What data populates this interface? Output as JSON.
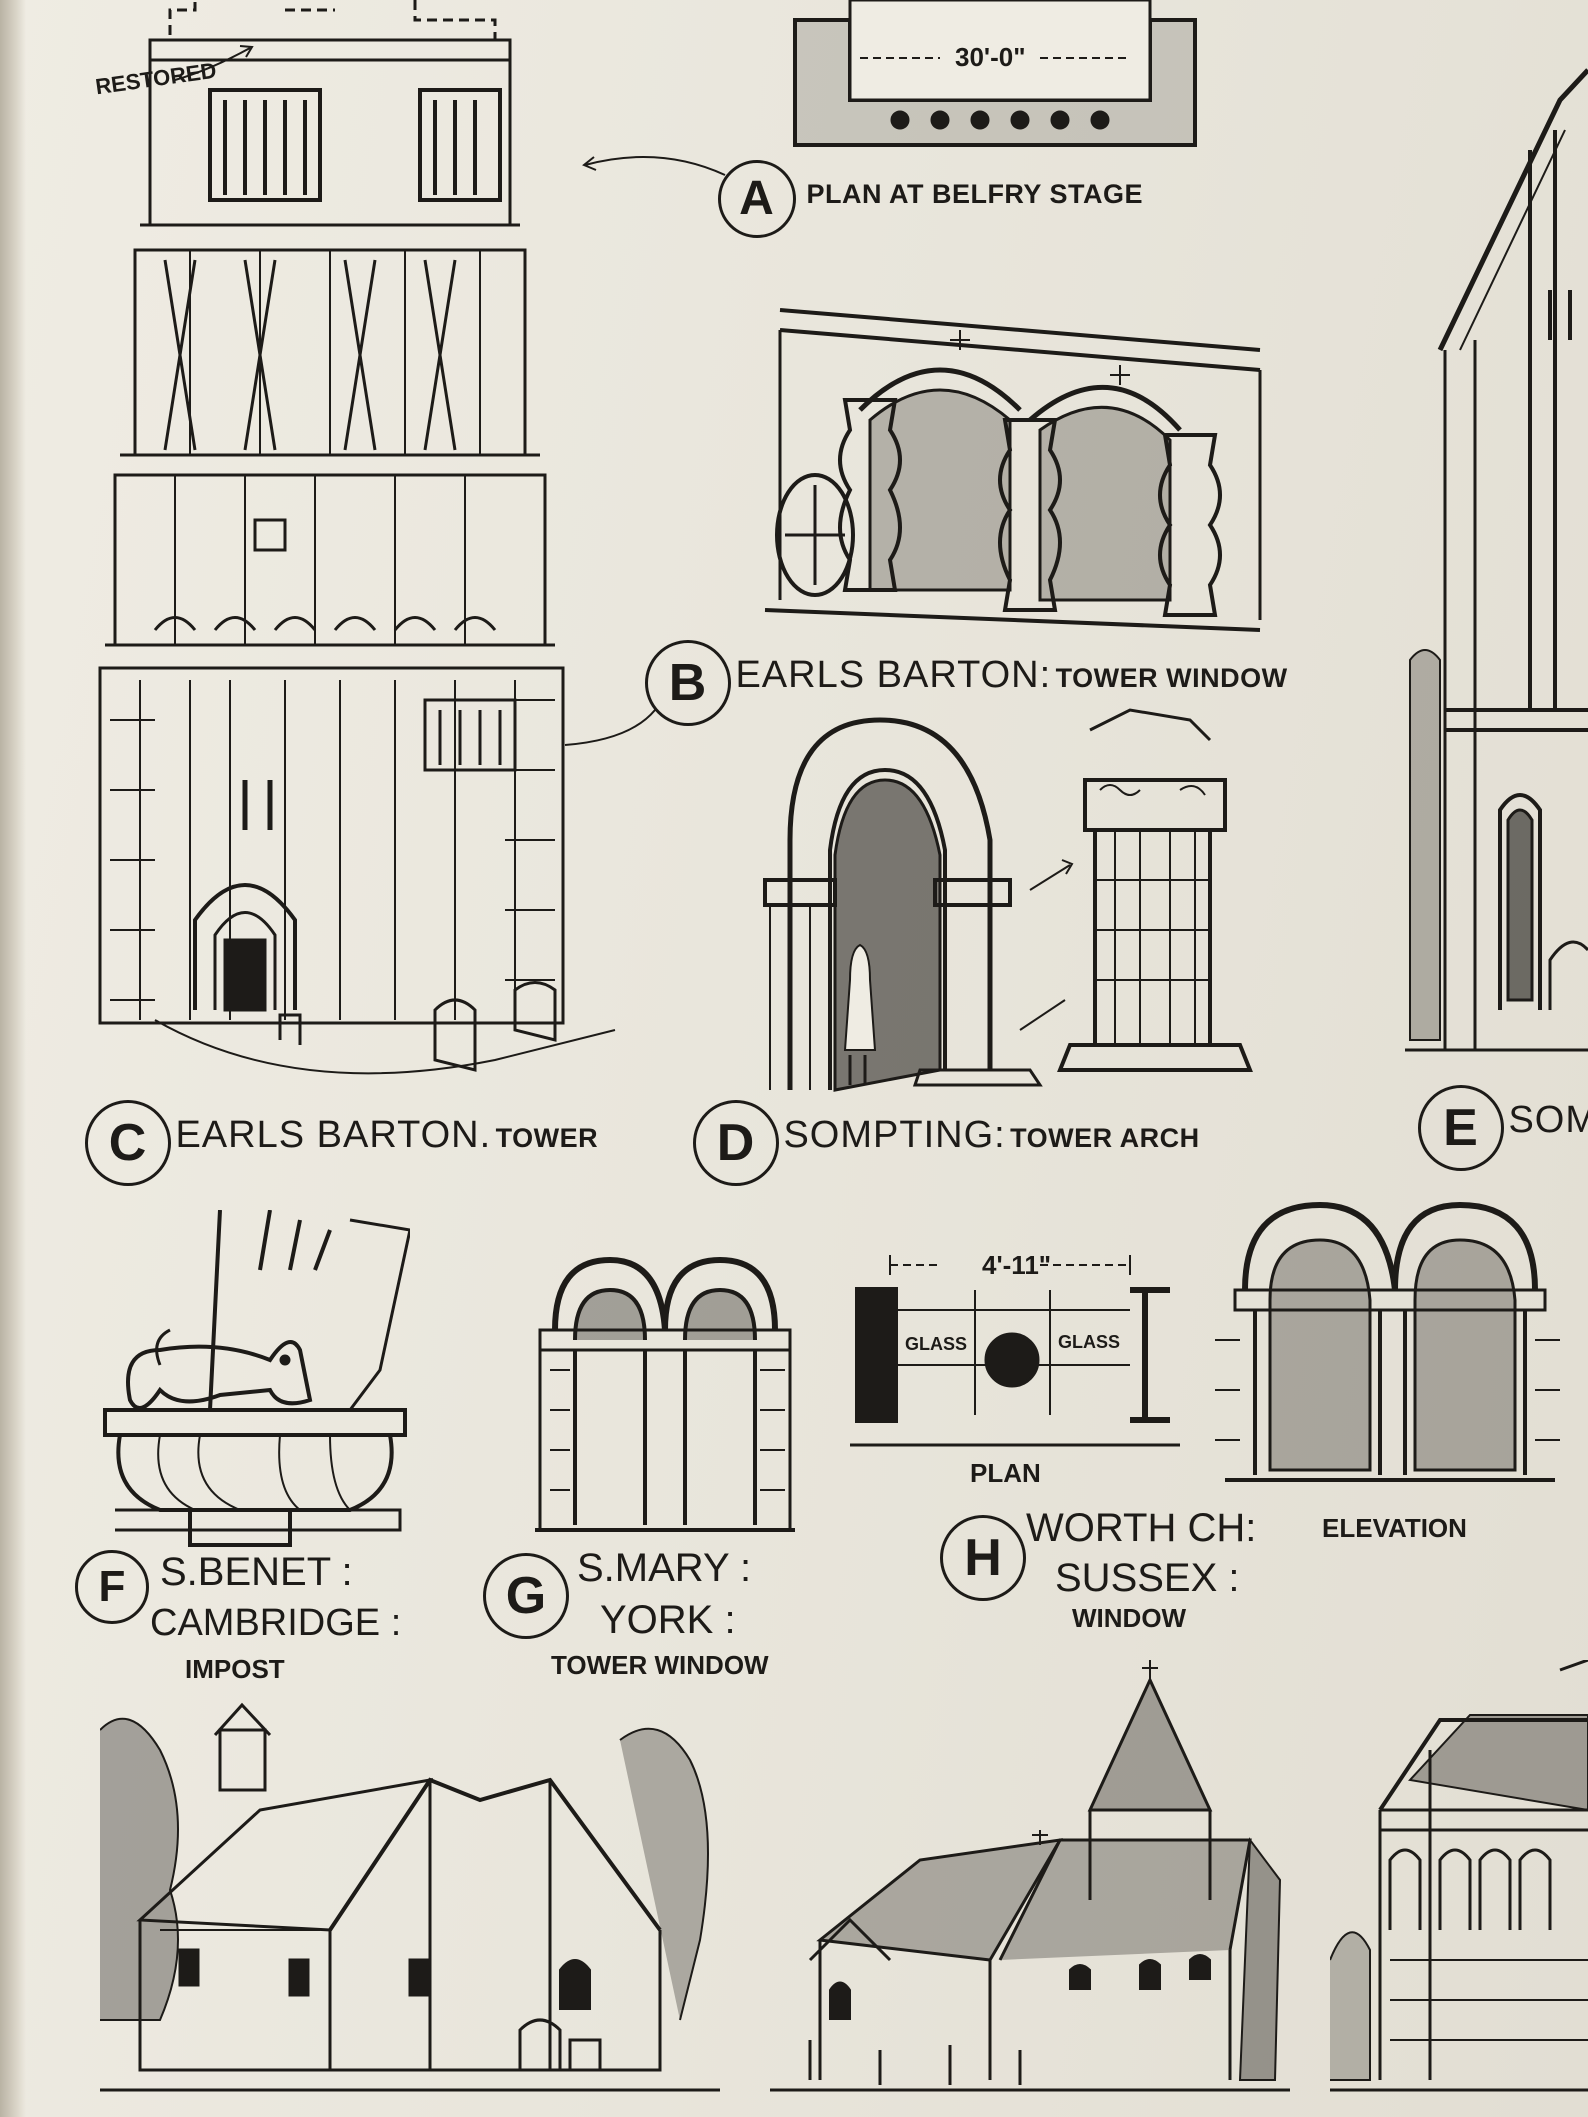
{
  "plan_a": {
    "dimension": "30'-0\""
  },
  "notes": {
    "restored": "RESTORED"
  },
  "figures": {
    "a": {
      "letter": "A",
      "caption": "PLAN AT BELFRY STAGE"
    },
    "b": {
      "letter": "B",
      "title": "EARLS BARTON:",
      "subtitle": "TOWER WINDOW"
    },
    "c": {
      "letter": "C",
      "title": "EARLS BARTON.",
      "subtitle": "TOWER"
    },
    "d": {
      "letter": "D",
      "title": "SOMPTING:",
      "subtitle": "TOWER ARCH"
    },
    "e": {
      "letter": "E",
      "title": "SOM"
    },
    "f": {
      "letter": "F",
      "line1": "S.BENET :",
      "line2": "CAMBRIDGE :",
      "line3": "IMPOST"
    },
    "g": {
      "letter": "G",
      "line1": "S.MARY :",
      "line2": "YORK :",
      "line3": "TOWER WINDOW"
    },
    "h": {
      "letter": "H",
      "line1": "WORTH CH:",
      "line2": "SUSSEX :",
      "line3": "WINDOW",
      "plan_label": "PLAN",
      "elevation_label": "ELEVATION",
      "dimension": "4'-11\"",
      "glass_left": "GLASS",
      "glass_right": "GLASS"
    }
  },
  "colors": {
    "paper": "#e9e6dc",
    "ink": "#1d1b18"
  }
}
